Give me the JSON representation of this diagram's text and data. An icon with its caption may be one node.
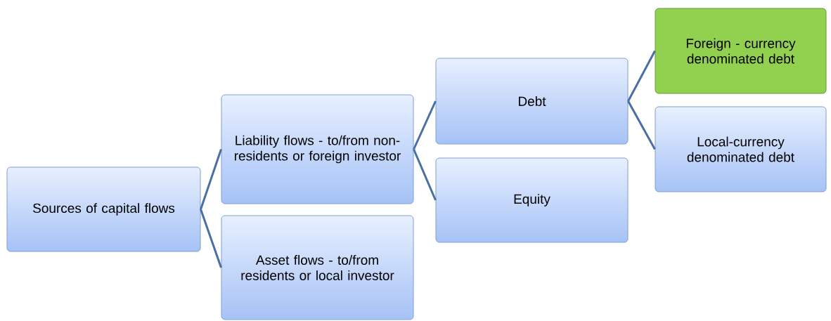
{
  "diagram": {
    "nodes": [
      {
        "text": [
          "Sources of capital flows"
        ]
      },
      {
        "text": [
          "Liability flows - to/from non-residents or foreign investor"
        ]
      },
      {
        "text": [
          "Asset flows - to/from residents or local investor"
        ]
      },
      {
        "text": [
          "Debt"
        ]
      },
      {
        "text": [
          "Equity"
        ]
      },
      {
        "text": [
          "Foreign - currency denominated debt"
        ]
      },
      {
        "text": [
          "Local-currency denominated debt"
        ]
      }
    ],
    "edges": [
      {
        "from": 0,
        "to": 1,
        "arrow": "none"
      },
      {
        "from": 0,
        "to": 2,
        "arrow": "none"
      },
      {
        "from": 1,
        "to": 3,
        "arrow": "none"
      },
      {
        "from": 1,
        "to": 4,
        "arrow": "none"
      },
      {
        "from": 3,
        "to": 5,
        "arrow": "none"
      },
      {
        "from": 3,
        "to": 6,
        "arrow": "none"
      }
    ]
  }
}
